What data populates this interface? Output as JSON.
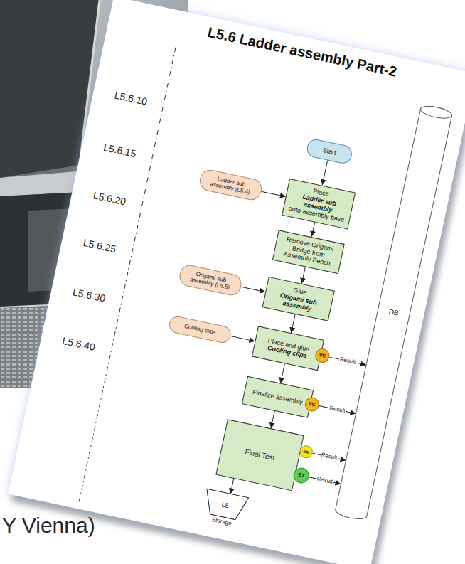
{
  "diagram": {
    "title": "L5.6 Ladder assembly Part-2",
    "nodes": [
      {
        "text": [
          "Start"
        ]
      },
      {
        "text": [
          "Ladder sub assembly (L5.4)"
        ]
      },
      {
        "text": [
          "Place",
          "Ladder sub assembly",
          "onto assembly base"
        ]
      },
      {
        "text": [
          "Remove Origami Bridge from Assembly Bench"
        ]
      },
      {
        "text": [
          "Origami sub assembly (L5.5)"
        ]
      },
      {
        "text": [
          "Glue",
          "Origami sub assembly"
        ]
      },
      {
        "text": [
          "Cooling clips"
        ]
      },
      {
        "text": [
          "Place and glue",
          "Cooling clips"
        ]
      },
      {
        "text": [
          "VC"
        ]
      },
      {
        "text": [
          "Finalize assembly"
        ]
      },
      {
        "text": [
          "VC"
        ]
      },
      {
        "text": [
          "Final Test"
        ]
      },
      {
        "text": [
          "MM"
        ]
      },
      {
        "text": [
          "ET"
        ]
      },
      {
        "text": [
          "L5",
          "Storage"
        ]
      },
      {
        "text": [
          "DB"
        ]
      }
    ],
    "edges": [
      {
        "from": 0,
        "to": 2,
        "arrow": "to"
      },
      {
        "from": 1,
        "to": 2,
        "arrow": "to"
      },
      {
        "from": 2,
        "to": 3,
        "arrow": "to"
      },
      {
        "from": 3,
        "to": 5,
        "arrow": "to"
      },
      {
        "from": 4,
        "to": 5,
        "arrow": "to"
      },
      {
        "from": 5,
        "to": 7,
        "arrow": "to"
      },
      {
        "from": 6,
        "to": 7,
        "arrow": "to"
      },
      {
        "from": 7,
        "to": 9,
        "arrow": "to"
      },
      {
        "from": 9,
        "to": 11,
        "arrow": "to"
      },
      {
        "from": 11,
        "to": 14,
        "arrow": "to"
      },
      {
        "from": 8,
        "to": 15,
        "label": "Result",
        "arrow": "to"
      },
      {
        "from": 10,
        "to": 15,
        "label": "Result",
        "arrow": "to"
      },
      {
        "from": 12,
        "to": 15,
        "label": "Result",
        "arrow": "to"
      },
      {
        "from": 13,
        "to": 15,
        "label": "Result",
        "arrow": "to"
      }
    ],
    "labels": [
      "L5.6.10",
      "L5.6.15",
      "L5.6.20",
      "L5.6.25",
      "L5.6.30",
      "L5.6.40",
      "Y Vienna)"
    ]
  }
}
